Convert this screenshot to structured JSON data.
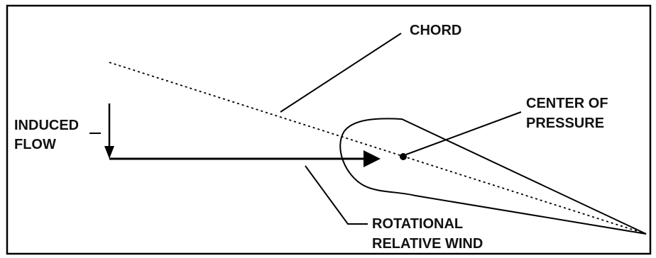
{
  "labels": {
    "chord": "CHORD",
    "center_of_pressure_line1": "CENTER OF",
    "center_of_pressure_line2": "PRESSURE",
    "induced_flow_line1": "INDUCED",
    "induced_flow_line2": "FLOW",
    "rotational_relative_wind_line1": "ROTATIONAL",
    "rotational_relative_wind_line2": "RELATIVE WIND"
  },
  "colors": {
    "ink": "#000000",
    "background": "#ffffff",
    "border": "#000000"
  }
}
